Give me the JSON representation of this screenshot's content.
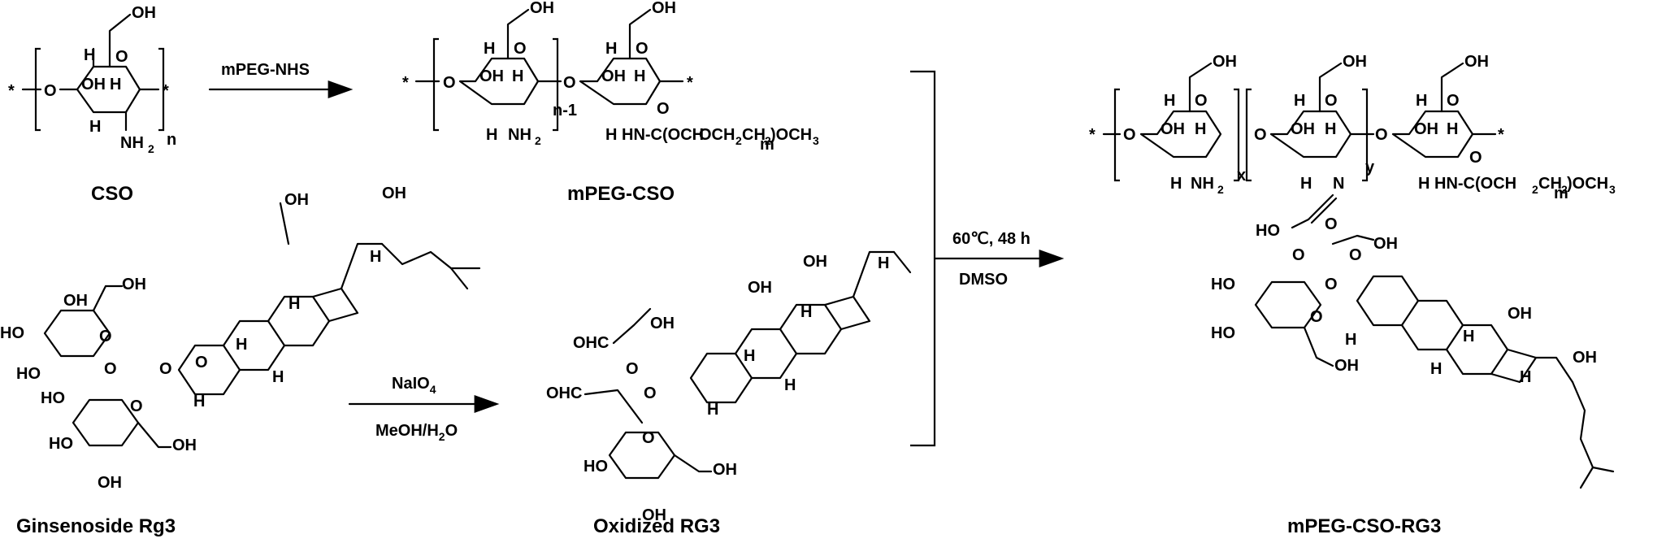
{
  "compounds": {
    "cso": "CSO",
    "mpeg_cso": "mPEG-CSO",
    "rg3": "Ginsenoside Rg3",
    "oxidized": "Oxidized RG3",
    "product": "mPEG-CSO-RG3"
  },
  "conditions": {
    "step1": "mPEG-NHS",
    "step2_reagent": "NaIO",
    "step2_reagent_sub": "4",
    "step2_solvent_a": "MeOH/H",
    "step2_solvent_sub": "2",
    "step2_solvent_b": "O",
    "step3_temp": "60℃, 48 h",
    "step3_solvent": "DMSO"
  },
  "repeat_units": {
    "n": "n",
    "n_minus_1": "n-1",
    "x": "x",
    "y": "y",
    "m": "m"
  },
  "chain_text": {
    "peg": "HN-C(OCH",
    "peg2": "CH",
    "peg3": ")OCH",
    "peg_sub": "2",
    "peg_sub3": "3"
  }
}
